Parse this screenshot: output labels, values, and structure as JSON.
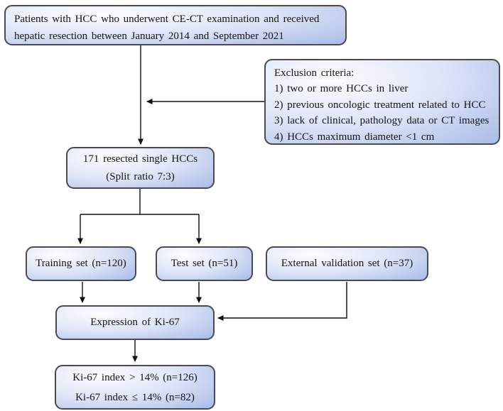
{
  "nodes": {
    "patients": {
      "line1": "Patients with HCC who underwent CE-CT examination and received",
      "line2": "hepatic resection between January 2014 and September 2021"
    },
    "exclusion": {
      "heading": "Exclusion criteria:",
      "items": [
        "1) two or more HCCs in liver",
        "2) previous oncologic treatment related to HCC",
        "3) lack of clinical, pathology data or CT images",
        "4) HCCs maximum diameter <1 cm"
      ]
    },
    "resected": {
      "line1": "171 resected single HCCs",
      "line2": "(Split ratio 7:3)"
    },
    "training": {
      "label": "Training set (n=120)"
    },
    "test": {
      "label": "Test set (n=51)"
    },
    "external": {
      "label": "External validation set (n=37)"
    },
    "expression": {
      "label": "Expression of Ki-67"
    },
    "outcome": {
      "line1": "Ki-67 index > 14% (n=126)",
      "line2": "Ki-67 index ≤ 14% (n=82)"
    }
  },
  "edges": [
    {
      "from": "patients",
      "to": "resected"
    },
    {
      "from": "exclusion",
      "to": "patients-resected-line"
    },
    {
      "from": "resected",
      "to": "training"
    },
    {
      "from": "resected",
      "to": "test"
    },
    {
      "from": "training",
      "to": "expression"
    },
    {
      "from": "test",
      "to": "expression"
    },
    {
      "from": "external",
      "to": "expression"
    },
    {
      "from": "expression",
      "to": "outcome"
    }
  ],
  "colors": {
    "background": "#ffffff",
    "box_border": "#4a4a52",
    "box_fill_light": "#fdfdff",
    "box_fill_mid": "#dde4f8",
    "box_fill_dark": "#97abe0",
    "arrow": "#111111",
    "text": "#141414"
  }
}
